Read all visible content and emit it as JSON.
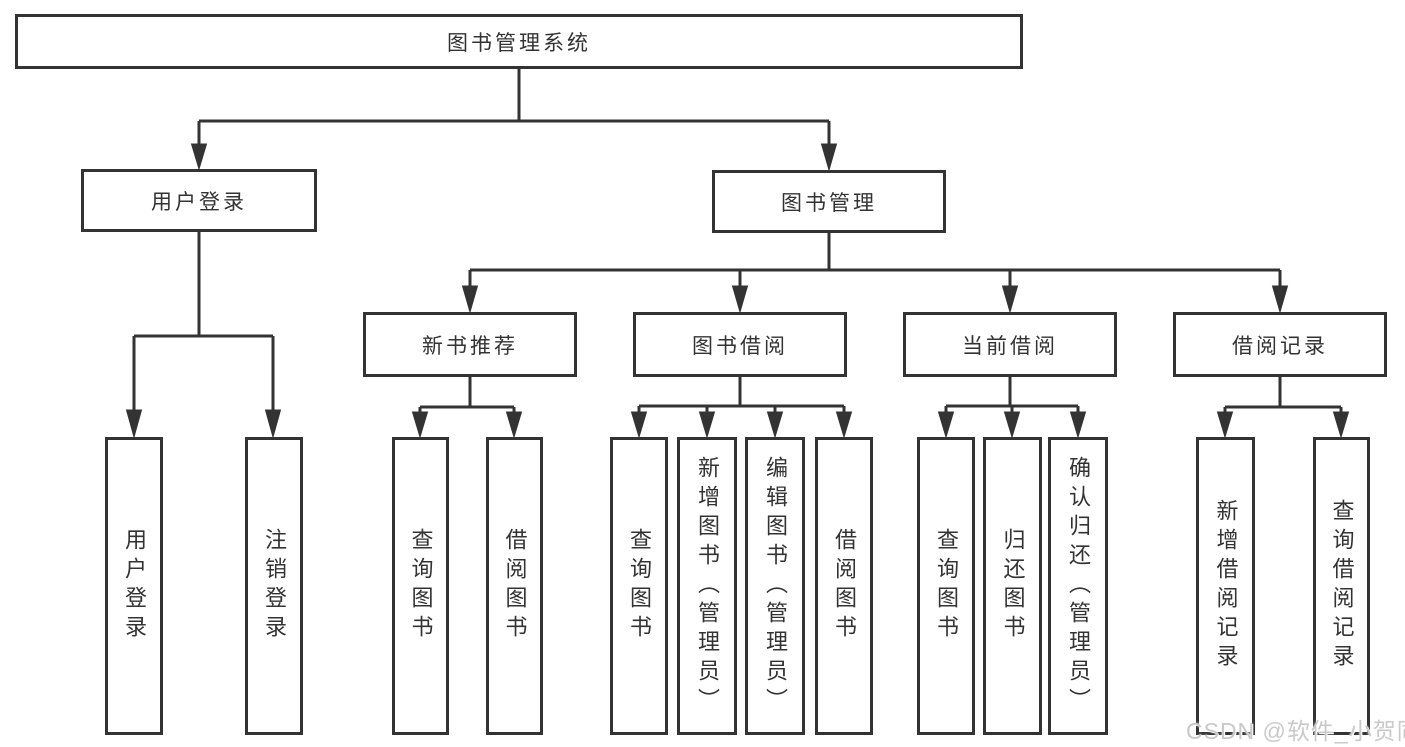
{
  "diagram": {
    "tree": {
      "label": "图书管理系统",
      "children": [
        {
          "label": "用户登录",
          "children": [
            {
              "label": "用户登录"
            },
            {
              "label": "注销登录"
            }
          ]
        },
        {
          "label": "图书管理",
          "children": [
            {
              "label": "新书推荐",
              "children": [
                {
                  "label": "查询图书"
                },
                {
                  "label": "借阅图书"
                }
              ]
            },
            {
              "label": "图书借阅",
              "children": [
                {
                  "label": "查询图书"
                },
                {
                  "label": "新增图书（管理员）"
                },
                {
                  "label": "编辑图书（管理员）"
                },
                {
                  "label": "借阅图书"
                }
              ]
            },
            {
              "label": "当前借阅",
              "children": [
                {
                  "label": "查询图书"
                },
                {
                  "label": "归还图书"
                },
                {
                  "label": "确认归还（管理员）"
                }
              ]
            },
            {
              "label": "借阅记录",
              "children": [
                {
                  "label": "新增借阅记录"
                },
                {
                  "label": "查询借阅记录"
                }
              ]
            }
          ]
        }
      ]
    },
    "watermark": "CSDN @软件_小贺同学",
    "colors": {
      "line": "#333333",
      "text": "#333333",
      "background": "#ffffff",
      "watermark": "#c9c9c9"
    }
  }
}
